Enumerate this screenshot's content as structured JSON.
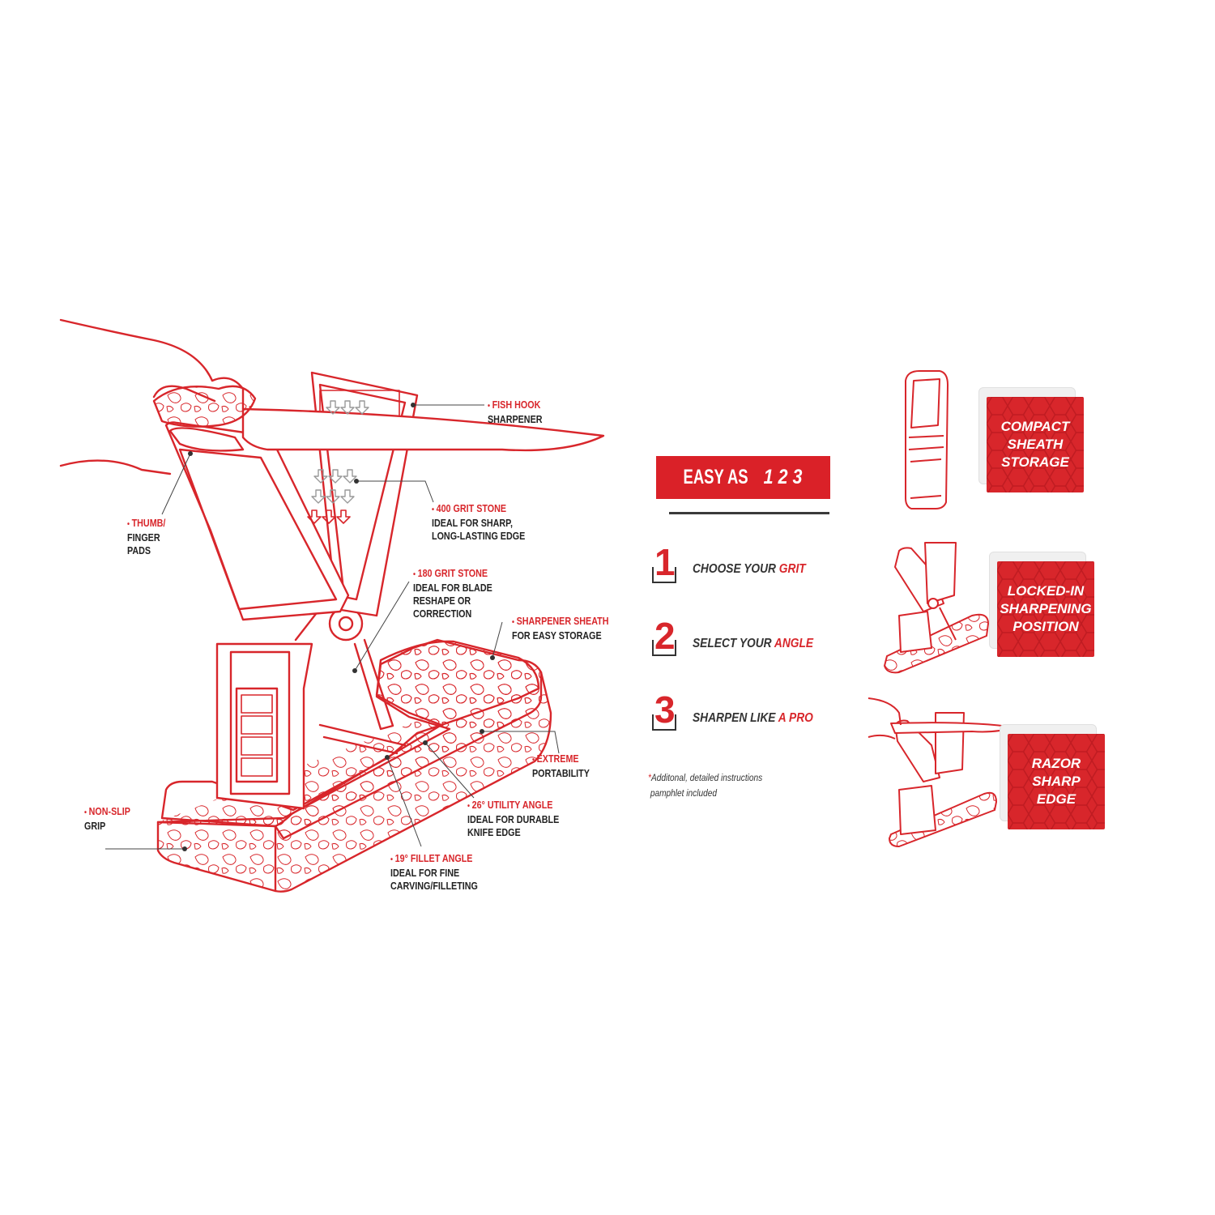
{
  "callouts": {
    "fish_hook": {
      "title": "FISH HOOK",
      "desc": "SHARPENER"
    },
    "grit400": {
      "title": "400 GRIT STONE",
      "line1": "IDEAL FOR SHARP,",
      "line2": "LONG-LASTING EDGE"
    },
    "thumb": {
      "title": "THUMB/",
      "line1": "FINGER",
      "line2": "PADS"
    },
    "grit180": {
      "title": "180 GRIT STONE",
      "line1": "IDEAL FOR BLADE",
      "line2": "RESHAPE OR",
      "line3": "CORRECTION"
    },
    "sheath": {
      "title": "SHARPENER SHEATH",
      "desc": "FOR EASY STORAGE"
    },
    "extreme": {
      "title": "EXTREME",
      "desc": "PORTABILITY"
    },
    "nonslip": {
      "title": "NON-SLIP",
      "desc": "GRIP"
    },
    "utility": {
      "title": "26° UTILITY ANGLE",
      "line1": "IDEAL FOR DURABLE",
      "line2": "KNIFE EDGE"
    },
    "fillet": {
      "title": "19° FILLET ANGLE",
      "line1": "IDEAL FOR FINE",
      "line2": "CARVING/FILLETING"
    }
  },
  "easy": {
    "prefix": "EASY AS",
    "nums": "1 2 3"
  },
  "steps": [
    {
      "num": "1",
      "text": "CHOOSE YOUR",
      "accent": "GRIT"
    },
    {
      "num": "2",
      "text": "SELECT YOUR",
      "accent": "ANGLE"
    },
    {
      "num": "3",
      "text": "SHARPEN LIKE",
      "accent": "A PRO"
    }
  ],
  "note": {
    "star": "*",
    "line1": "Additonal, detailed instructions",
    "line2": "pamphlet included"
  },
  "cards": [
    {
      "line1": "COMPACT",
      "line2": "SHEATH",
      "line3": "STORAGE"
    },
    {
      "line1": "LOCKED-IN",
      "line2": "SHARPENING",
      "line3": "POSITION"
    },
    {
      "line1": "RAZOR",
      "line2": "SHARP",
      "line3": "EDGE"
    }
  ],
  "colors": {
    "accent": "#d8262b",
    "ink": "#222222",
    "card_shadow": "#f0f0f0"
  }
}
